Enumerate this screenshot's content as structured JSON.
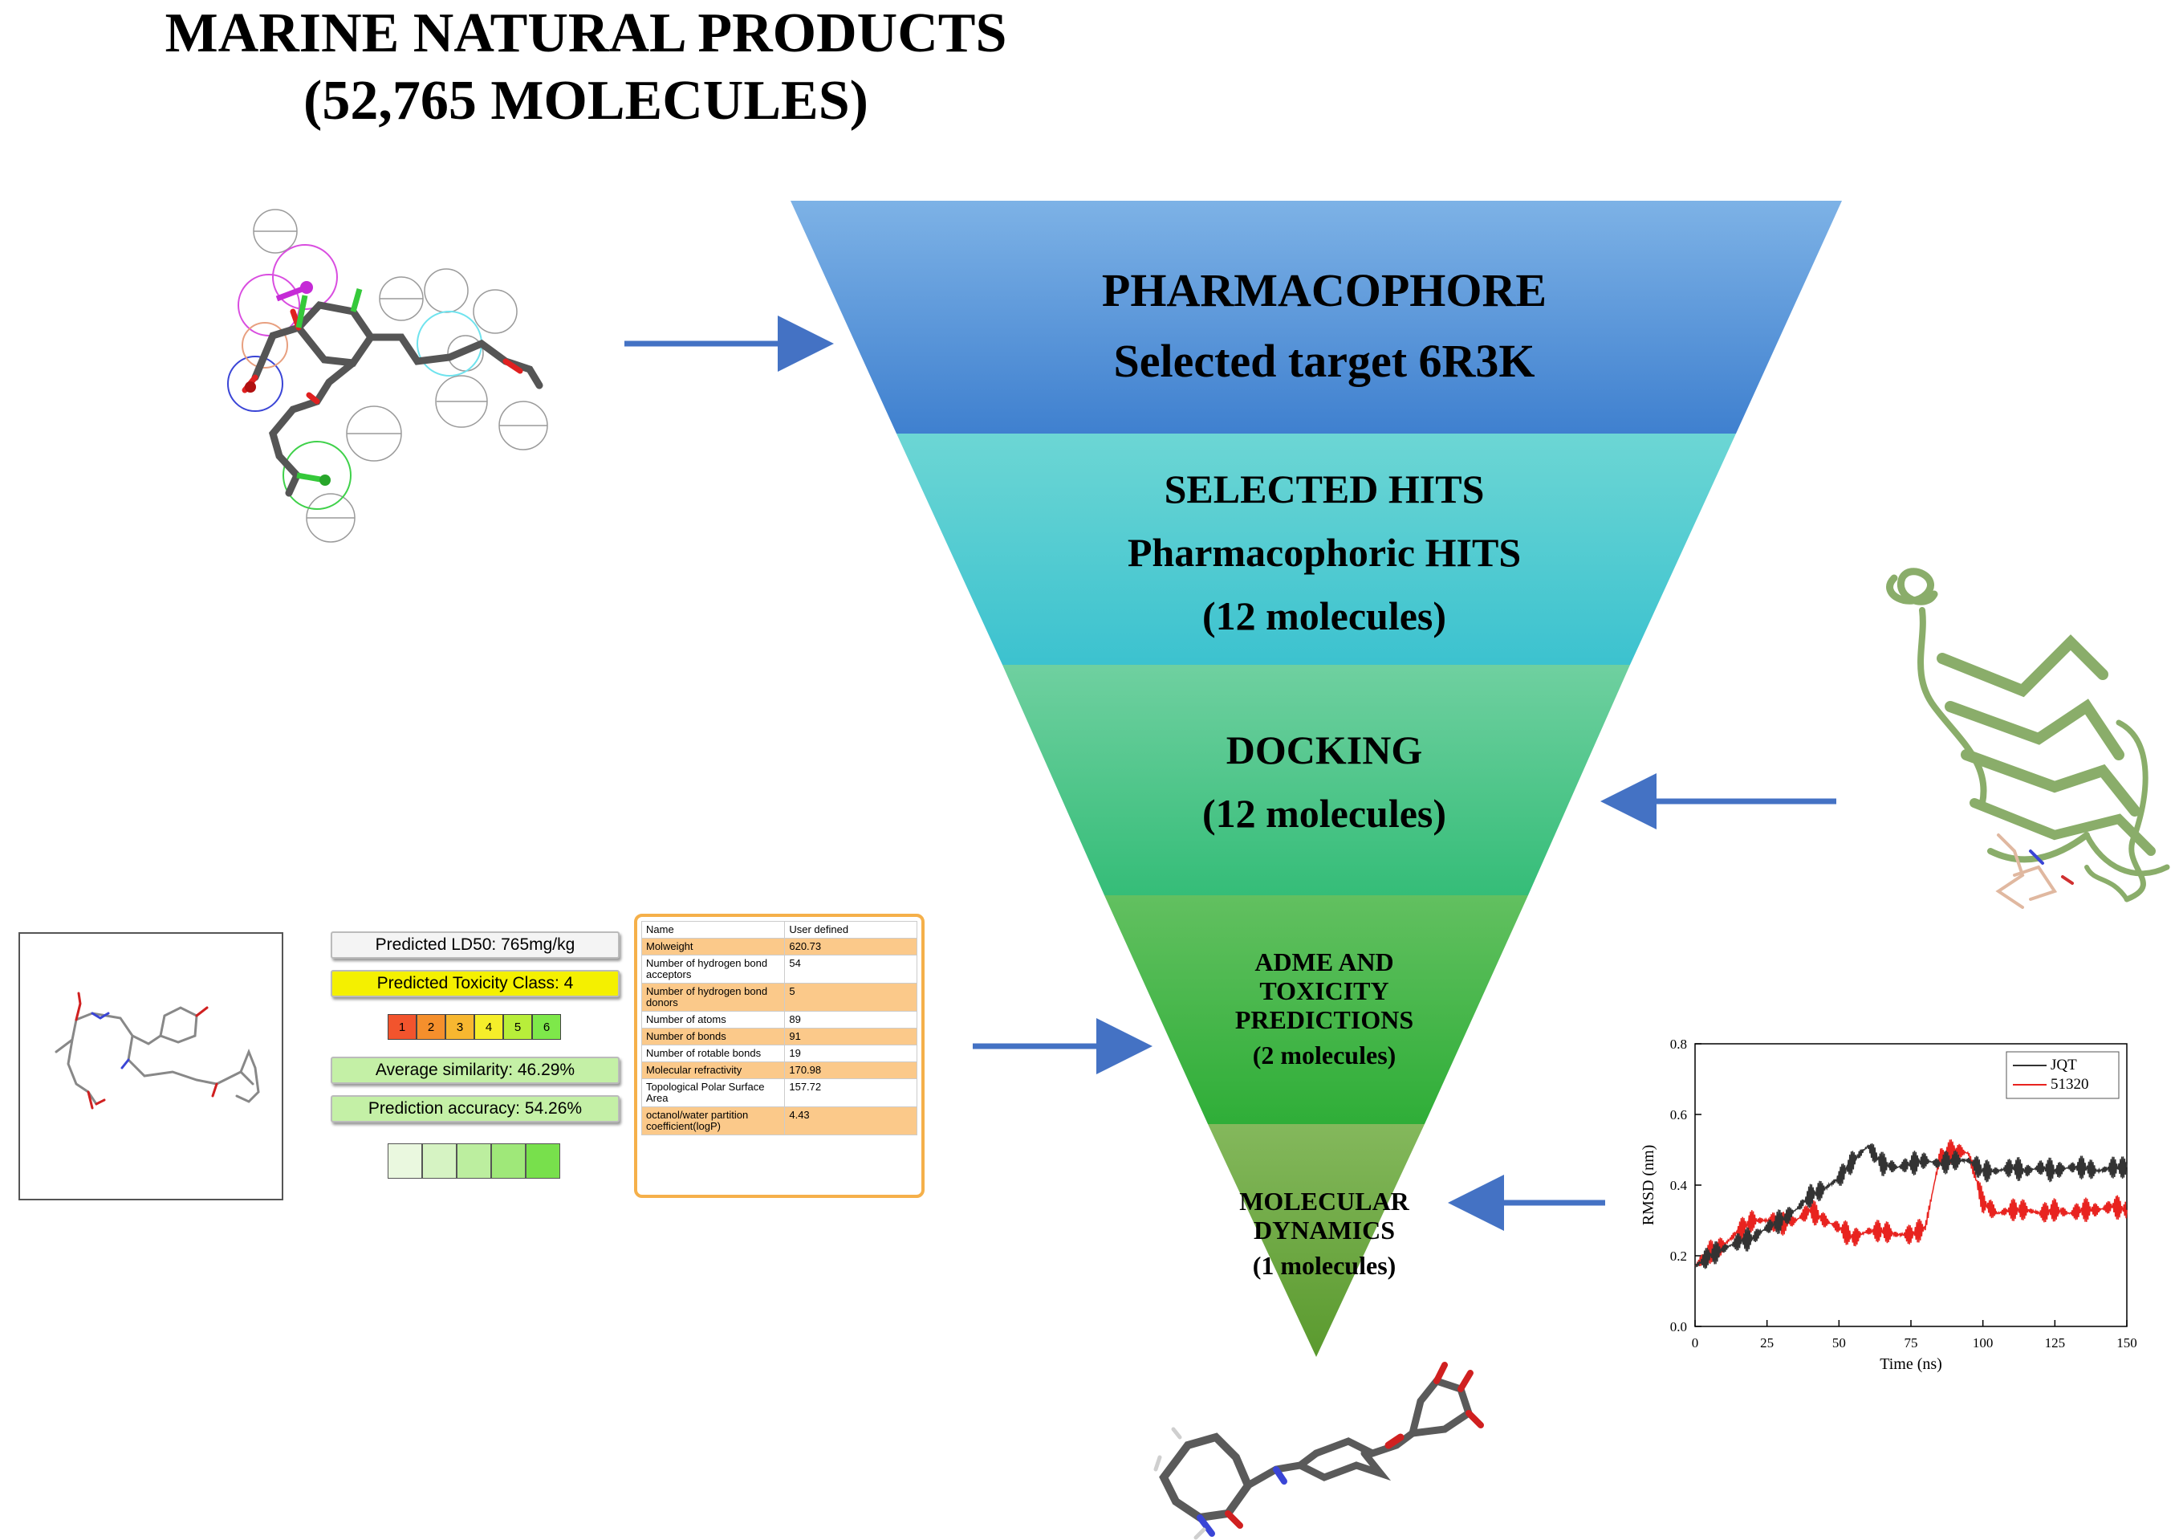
{
  "title": {
    "line1": "MARINE NATURAL PRODUCTS",
    "line2": "(52,765 MOLECULES)"
  },
  "funnel": {
    "stage1": {
      "line1": "PHARMACOPHORE",
      "line2": "Selected target 6R3K"
    },
    "stage2": {
      "line1": "SELECTED HITS",
      "line2": "Pharmacophoric HITS",
      "line3": "(12 molecules)"
    },
    "stage3": {
      "line1": "DOCKING",
      "line2": "(12 molecules)"
    },
    "stage4": {
      "line1": "ADME AND",
      "line2": "TOXICITY",
      "line3": "PREDICTIONS",
      "line4": "(2 molecules)"
    },
    "stage5": {
      "line1": "MOLECULAR",
      "line2": "DYNAMICS",
      "line3": "(1 molecules)"
    },
    "colors": {
      "stage1": "#4b8fd6",
      "stage2": "#4cc6c9",
      "stage3": "#45c28c",
      "stage4": "#42b54a",
      "stage5": "#6ca83c"
    }
  },
  "toxicity": {
    "ld50": "Predicted LD50: 765mg/kg",
    "tox_class": "Predicted Toxicity Class: 4",
    "classes": [
      "1",
      "2",
      "3",
      "4",
      "5",
      "6"
    ],
    "avg_similarity": "Average similarity: 46.29%",
    "prediction_accuracy": "Prediction accuracy: 54.26%"
  },
  "properties": {
    "header": [
      "Name",
      "User defined"
    ],
    "rows": [
      {
        "name": "Molweight",
        "value": "620.73"
      },
      {
        "name": "Number of hydrogen bond acceptors",
        "value": "54"
      },
      {
        "name": "Number of hydrogen bond donors",
        "value": "5"
      },
      {
        "name": "Number of atoms",
        "value": "89"
      },
      {
        "name": "Number of bonds",
        "value": "91"
      },
      {
        "name": "Number of rotable bonds",
        "value": "19"
      },
      {
        "name": "Molecular refractivity",
        "value": "170.98"
      },
      {
        "name": "Topological Polar Surface Area",
        "value": "157.72"
      },
      {
        "name": "octanol/water partition coefficient(logP)",
        "value": "4.43"
      }
    ]
  },
  "chart_data": {
    "type": "line",
    "xlabel": "Time (ns)",
    "ylabel": "RMSD (nm)",
    "xlim": [
      0,
      150
    ],
    "ylim": [
      0.0,
      0.8
    ],
    "xticks": [
      "0",
      "25",
      "50",
      "75",
      "100",
      "125",
      "150"
    ],
    "yticks": [
      "0.0",
      "0.2",
      "0.4",
      "0.6",
      "0.8"
    ],
    "legend_position": "top-right",
    "series": [
      {
        "name": "JQT",
        "color": "#333333",
        "x": [
          0,
          5,
          10,
          15,
          20,
          25,
          30,
          35,
          40,
          45,
          50,
          55,
          60,
          65,
          70,
          75,
          80,
          85,
          90,
          95,
          100,
          105,
          110,
          115,
          120,
          125,
          130,
          135,
          140,
          145,
          150
        ],
        "y": [
          0.17,
          0.2,
          0.22,
          0.24,
          0.25,
          0.28,
          0.3,
          0.33,
          0.37,
          0.39,
          0.42,
          0.47,
          0.51,
          0.46,
          0.45,
          0.46,
          0.47,
          0.46,
          0.47,
          0.47,
          0.44,
          0.44,
          0.45,
          0.44,
          0.45,
          0.44,
          0.45,
          0.45,
          0.44,
          0.45,
          0.45
        ]
      },
      {
        "name": "51320",
        "color": "#e8231f",
        "x": [
          0,
          5,
          10,
          15,
          20,
          25,
          30,
          35,
          40,
          45,
          50,
          55,
          60,
          65,
          70,
          75,
          80,
          85,
          90,
          95,
          100,
          105,
          110,
          115,
          120,
          125,
          130,
          135,
          140,
          145,
          150
        ],
        "y": [
          0.17,
          0.21,
          0.23,
          0.27,
          0.3,
          0.3,
          0.29,
          0.3,
          0.33,
          0.3,
          0.28,
          0.25,
          0.27,
          0.27,
          0.26,
          0.26,
          0.28,
          0.48,
          0.5,
          0.49,
          0.35,
          0.32,
          0.33,
          0.33,
          0.32,
          0.33,
          0.32,
          0.33,
          0.33,
          0.34,
          0.33
        ]
      }
    ]
  }
}
